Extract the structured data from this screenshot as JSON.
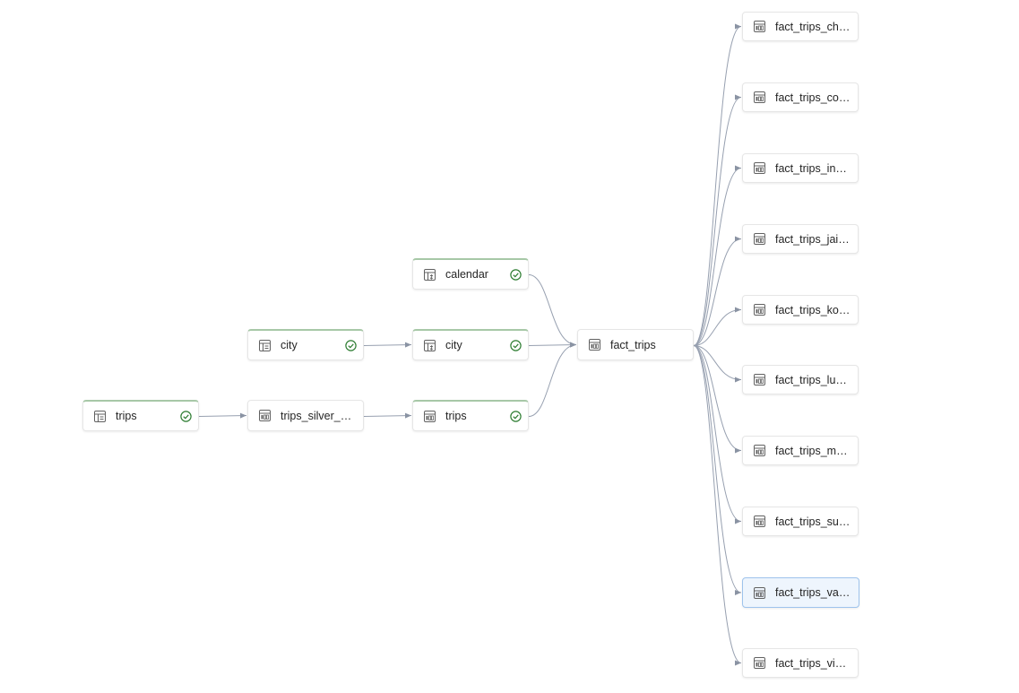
{
  "colors": {
    "edge": "#97a0b0",
    "arrow": "#8a93a3",
    "success": "#2e7d32",
    "accent_top": "#a7c8a7",
    "selected_border": "#9ec3ec"
  },
  "nodes": {
    "trips_src": {
      "label": "trips",
      "icon": "materialized-view-icon",
      "status": "success"
    },
    "city_src": {
      "label": "city",
      "icon": "materialized-view-icon",
      "status": "success"
    },
    "trips_silver": {
      "label": "trips_silver_staging",
      "icon": "table-icon",
      "status": ""
    },
    "calendar": {
      "label": "calendar",
      "icon": "lookup-table-icon",
      "status": "success"
    },
    "city_mid": {
      "label": "city",
      "icon": "lookup-table-icon",
      "status": "success"
    },
    "trips_mid": {
      "label": "trips",
      "icon": "table-icon",
      "status": "success"
    },
    "fact_trips": {
      "label": "fact_trips",
      "icon": "table-icon",
      "status": ""
    }
  },
  "outputs": [
    {
      "label": "fact_trips_chandigarh",
      "icon": "table-icon"
    },
    {
      "label": "fact_trips_coimbatore",
      "icon": "table-icon"
    },
    {
      "label": "fact_trips_indore",
      "icon": "table-icon"
    },
    {
      "label": "fact_trips_jaipur",
      "icon": "table-icon"
    },
    {
      "label": "fact_trips_kochi",
      "icon": "table-icon"
    },
    {
      "label": "fact_trips_lucknow",
      "icon": "table-icon"
    },
    {
      "label": "fact_trips_mysore",
      "icon": "table-icon"
    },
    {
      "label": "fact_trips_surat",
      "icon": "table-icon"
    },
    {
      "label": "fact_trips_vadodara",
      "icon": "table-icon",
      "selected": true
    },
    {
      "label": "fact_trips_visakhapatnam",
      "icon": "table-icon"
    }
  ],
  "edges": [
    [
      "trips_src",
      "trips_silver"
    ],
    [
      "trips_silver",
      "trips_mid"
    ],
    [
      "city_src",
      "city_mid"
    ],
    [
      "calendar",
      "fact_trips"
    ],
    [
      "city_mid",
      "fact_trips"
    ],
    [
      "trips_mid",
      "fact_trips"
    ],
    [
      "fact_trips",
      "out-0"
    ],
    [
      "fact_trips",
      "out-1"
    ],
    [
      "fact_trips",
      "out-2"
    ],
    [
      "fact_trips",
      "out-3"
    ],
    [
      "fact_trips",
      "out-4"
    ],
    [
      "fact_trips",
      "out-5"
    ],
    [
      "fact_trips",
      "out-6"
    ],
    [
      "fact_trips",
      "out-7"
    ],
    [
      "fact_trips",
      "out-8"
    ],
    [
      "fact_trips",
      "out-9"
    ]
  ]
}
